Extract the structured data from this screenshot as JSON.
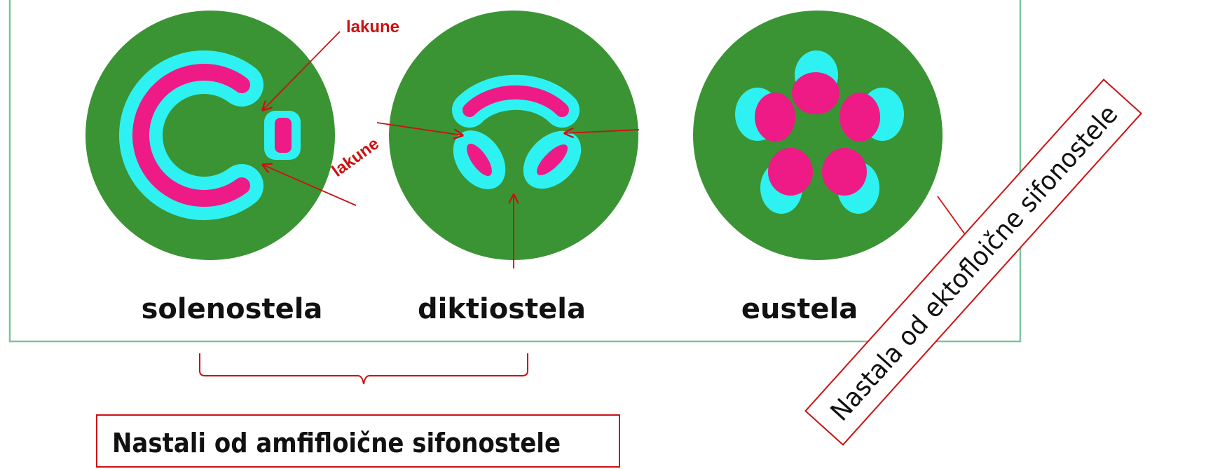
{
  "labels": {
    "solenostela": "solenostela",
    "diktiostela": "diktiostela",
    "eustela": "eustela",
    "lakune_top": "lakune",
    "lakune_mid": "lakune",
    "amfifloicne_box": "Nastali od amfifloične sifonostele",
    "ektofloicne_box": "Nastala od ektofloične sifonostele"
  },
  "colors": {
    "cortex": "#3a9434",
    "phloem": "#2ef2f2",
    "xylem": "#ee1a86",
    "frame": "#7cc49a",
    "annotation_red": "#cc1111",
    "text": "#111111"
  }
}
